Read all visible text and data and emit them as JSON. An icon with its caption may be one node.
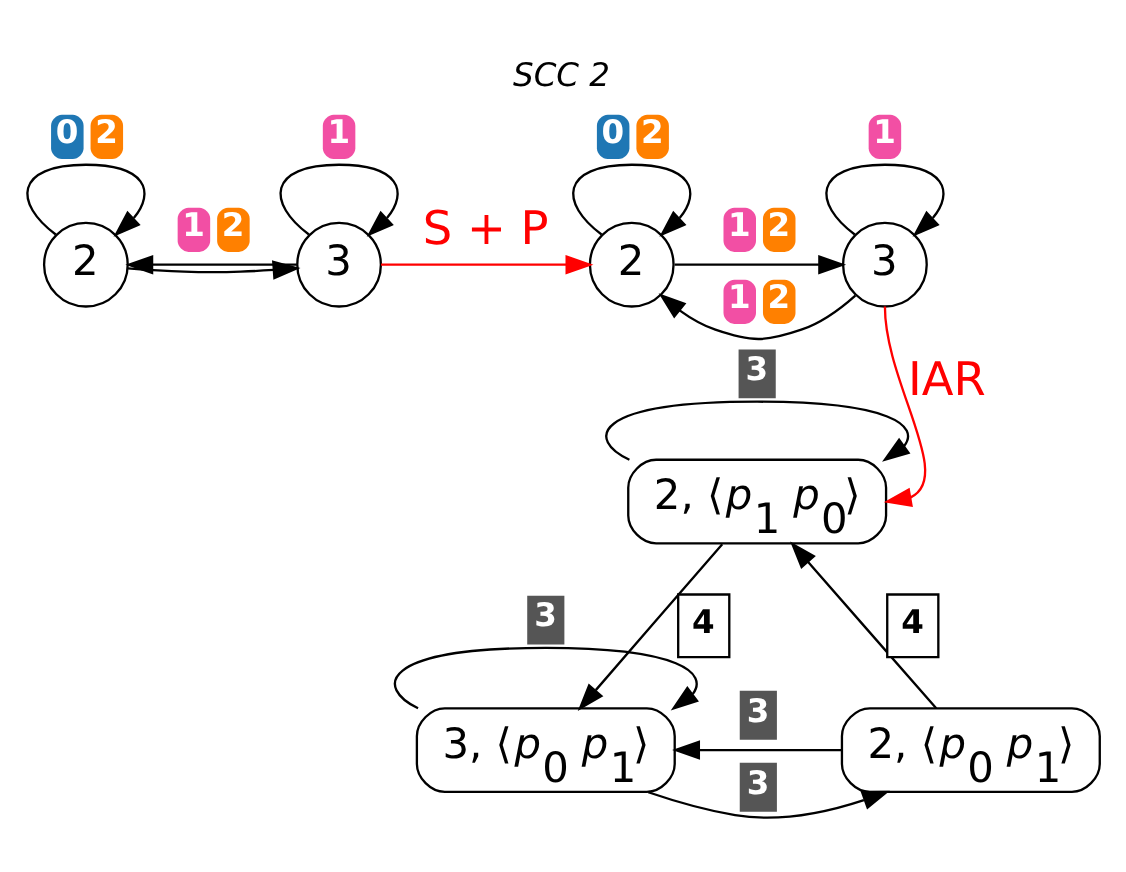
{
  "diagram": {
    "title": "SCC 2",
    "nodes": [
      {
        "text": [
          "2"
        ]
      },
      {
        "text": [
          "3"
        ]
      },
      {
        "text": [
          "2"
        ]
      },
      {
        "text": [
          "3"
        ]
      },
      {
        "text": [
          "2, ⟨*p*$_{1}$ *p*$_{0}$⟩"
        ]
      },
      {
        "text": [
          "2, ⟨*p*$_{0}$ *p*$_{1}$⟩"
        ]
      },
      {
        "text": [
          "3, ⟨*p*$_{0}$ *p*$_{1}$⟩"
        ]
      }
    ],
    "edges": [
      {
        "from": 0,
        "to": 0,
        "arrow": "to",
        "label": "0 2"
      },
      {
        "from": 0,
        "to": 1,
        "arrow": "to"
      },
      {
        "from": 1,
        "to": 1,
        "arrow": "to",
        "label": "1"
      },
      {
        "from": 1,
        "to": 0,
        "arrow": "to",
        "label": "1 2"
      },
      {
        "from": 1,
        "to": 2,
        "arrow": "to",
        "label": "S + P",
        "color": "#ff0000"
      },
      {
        "from": 2,
        "to": 2,
        "arrow": "to",
        "label": "0 2"
      },
      {
        "from": 2,
        "to": 3,
        "arrow": "to",
        "label": "1 2"
      },
      {
        "from": 3,
        "to": 3,
        "arrow": "to",
        "label": "1"
      },
      {
        "from": 3,
        "to": 2,
        "arrow": "to",
        "label": "1 2"
      },
      {
        "from": 3,
        "to": 4,
        "arrow": "to",
        "label": "IAR",
        "color": "#ff0000"
      },
      {
        "from": 4,
        "to": 4,
        "arrow": "to",
        "label": "3"
      },
      {
        "from": 5,
        "to": 4,
        "arrow": "to",
        "label": "4"
      },
      {
        "from": 4,
        "to": 6,
        "arrow": "to",
        "label": "4"
      },
      {
        "from": 5,
        "to": 6,
        "arrow": "to",
        "label": "3"
      },
      {
        "from": 6,
        "to": 6,
        "arrow": "to",
        "label": "3"
      },
      {
        "from": 6,
        "to": 5,
        "arrow": "to",
        "label": "3"
      }
    ]
  }
}
